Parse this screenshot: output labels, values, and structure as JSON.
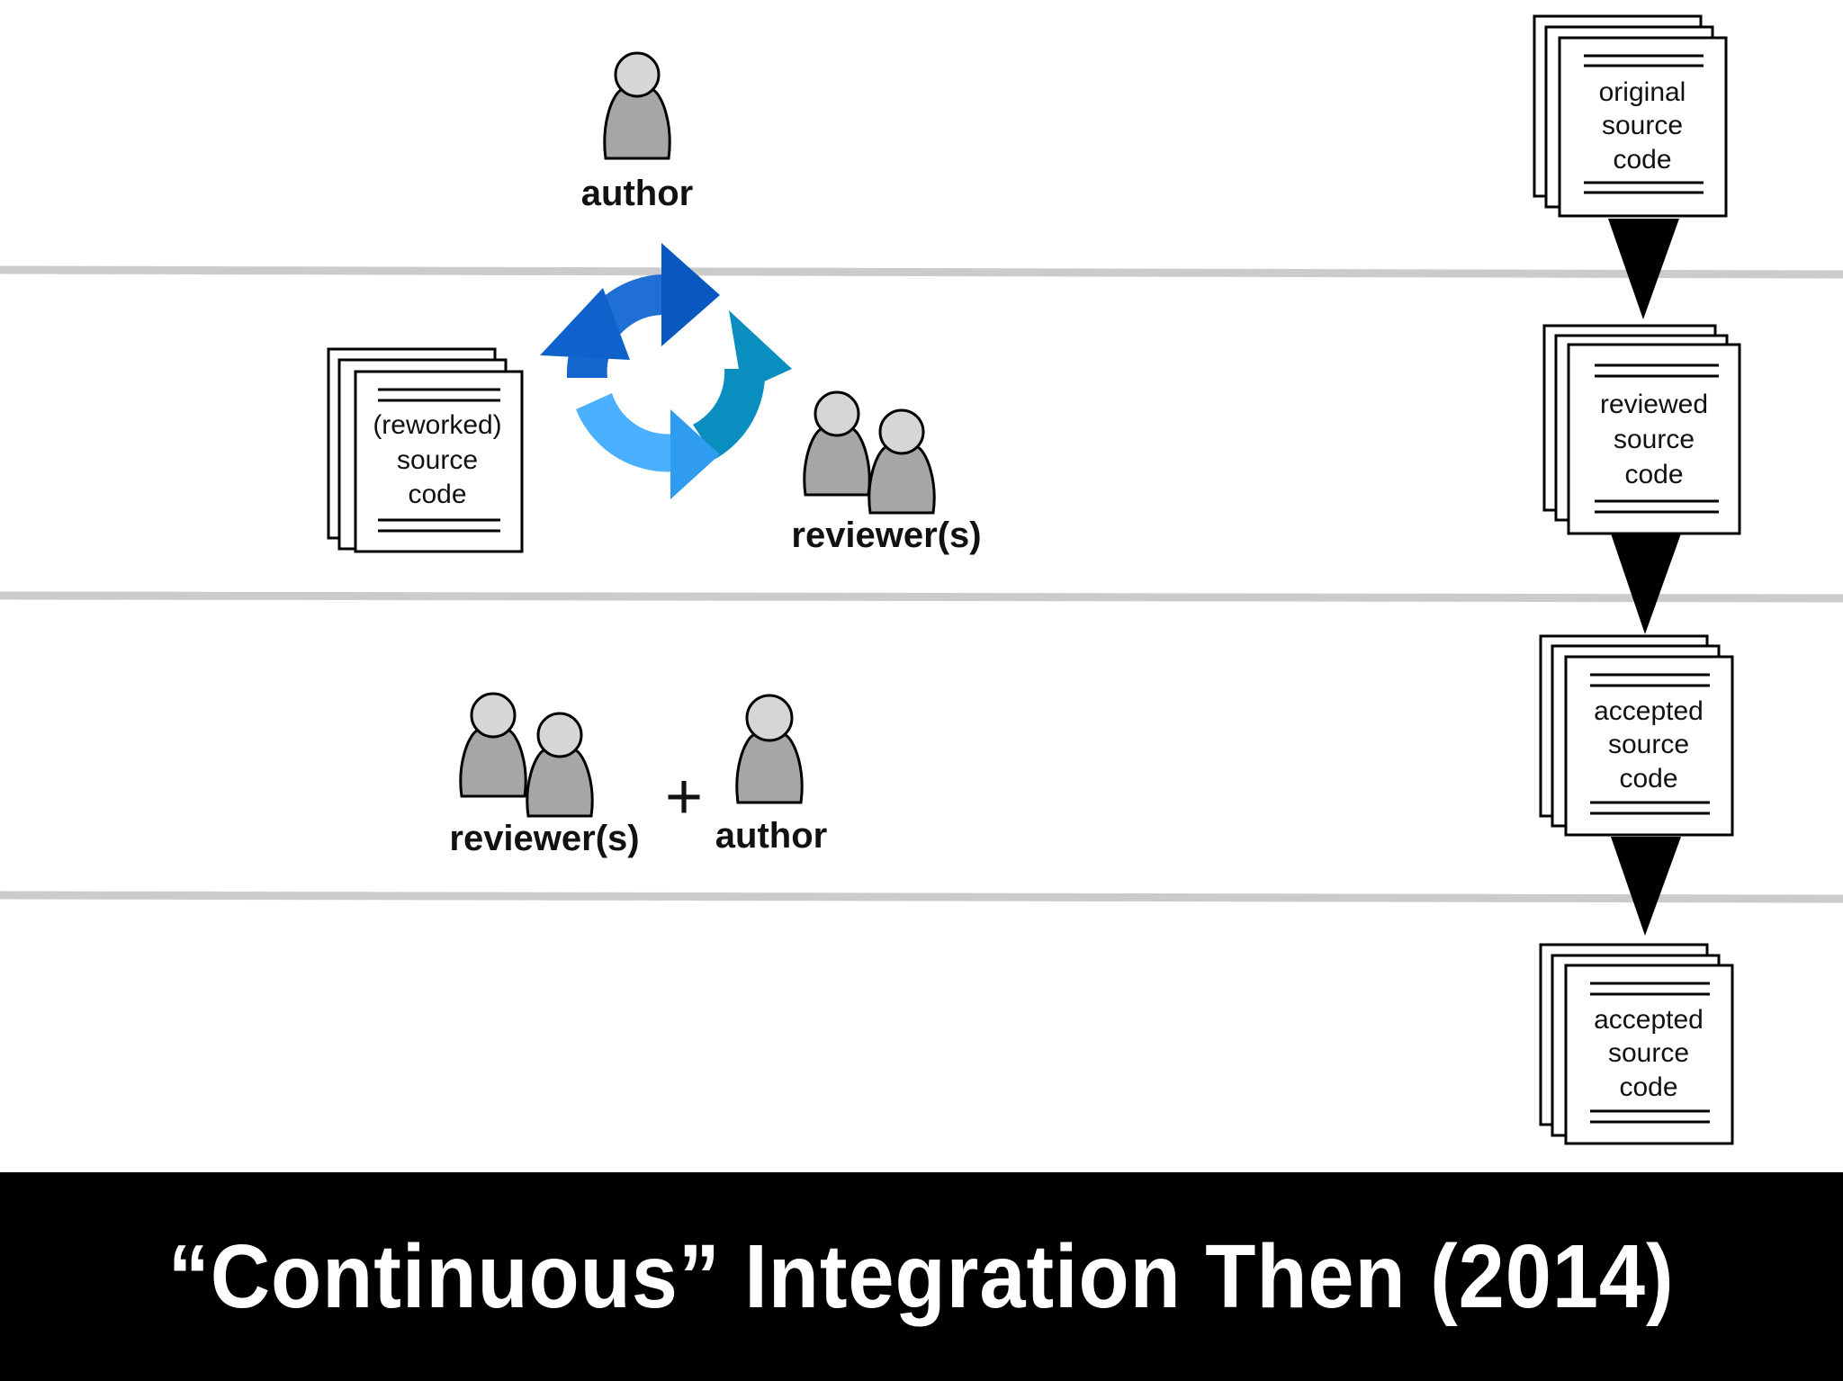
{
  "title": "“Continuous” Integration Then (2014)",
  "colors": {
    "person_head": "#d6d6d6",
    "person_body": "#a6a6a6",
    "divider": "#cbcbcb",
    "cycle_dark": "#0a57c0",
    "cycle_light": "#4ab0ff",
    "cycle_teal": "#0a8ec0"
  },
  "review_loop": {
    "author_label": "author",
    "reviewers_label": "reviewer(s)",
    "document": {
      "lines": [
        "(reworked)",
        "source",
        "code"
      ]
    },
    "cycle_icon": "circular-arrows-icon"
  },
  "acceptance": {
    "reviewers_label": "reviewer(s)",
    "plus": "+",
    "author_label": "author"
  },
  "pipeline": [
    {
      "lines": [
        "original",
        "source",
        "code"
      ]
    },
    {
      "lines": [
        "reviewed",
        "source",
        "code"
      ]
    },
    {
      "lines": [
        "accepted",
        "source",
        "code"
      ]
    },
    {
      "lines": [
        "accepted",
        "source",
        "code"
      ]
    }
  ]
}
